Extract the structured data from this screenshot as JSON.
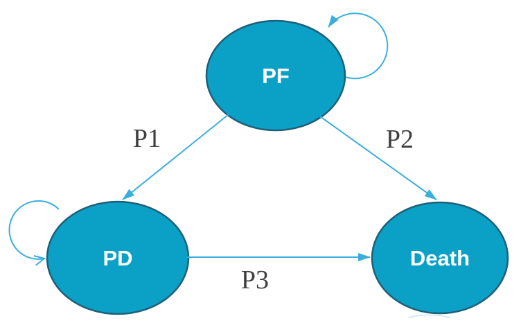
{
  "diagram": {
    "states": [
      {
        "label": "PF"
      },
      {
        "label": "PD"
      },
      {
        "label": "Death"
      }
    ],
    "transitions": [
      {
        "label": "P1",
        "from": "PF",
        "to": "PD"
      },
      {
        "label": "P2",
        "from": "PF",
        "to": "Death"
      },
      {
        "label": "P3",
        "from": "PD",
        "to": "Death"
      },
      {
        "label": "",
        "from": "PF",
        "to": "PF"
      },
      {
        "label": "",
        "from": "PD",
        "to": "PD"
      }
    ],
    "colors": {
      "state_fill": "#0BA1C6",
      "state_stroke": "#1F5F78",
      "arrow": "#3BAEDC",
      "arrow_faint": "#9ED3EA",
      "state_text": "#FFFFFF",
      "edge_label_text": "#3F3F3F",
      "background": "#FFFFFF"
    }
  }
}
